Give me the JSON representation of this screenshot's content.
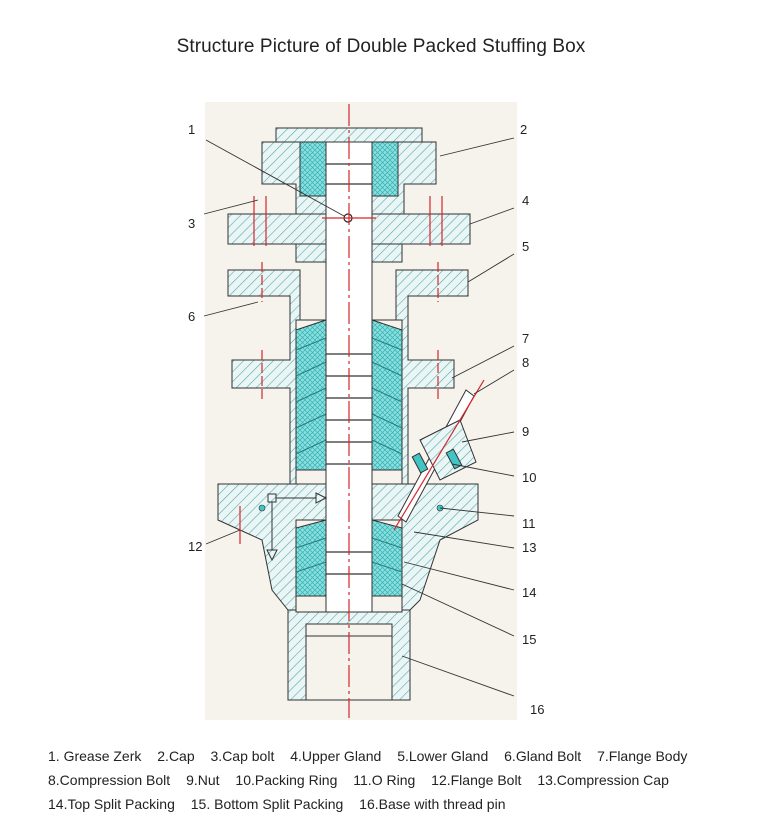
{
  "title": "Structure Picture of Double Packed Stuffing Box",
  "callouts": [
    "1",
    "2",
    "3",
    "4",
    "5",
    "6",
    "7",
    "8",
    "9",
    "10",
    "11",
    "12",
    "13",
    "14",
    "15",
    "16"
  ],
  "legend_rows": [
    [
      "1. Grease Zerk",
      "2.Cap",
      "3.Cap bolt",
      "4.Upper Gland",
      "5.Lower Gland",
      "6.Gland Bolt",
      "7.Flange Body"
    ],
    [
      "8.Compression Bolt",
      "9.Nut",
      "10.Packing Ring",
      "11.O Ring",
      "12.Flange Bolt",
      "13.Compression Cap"
    ],
    [
      "14.Top Split Packing",
      "15. Bottom Split Packing",
      "16.Base with thread pin"
    ]
  ],
  "colors": {
    "hatch": "#5aa6a6",
    "packing": "#43c4c4",
    "centerline": "#d7262b",
    "outline": "#333333"
  }
}
